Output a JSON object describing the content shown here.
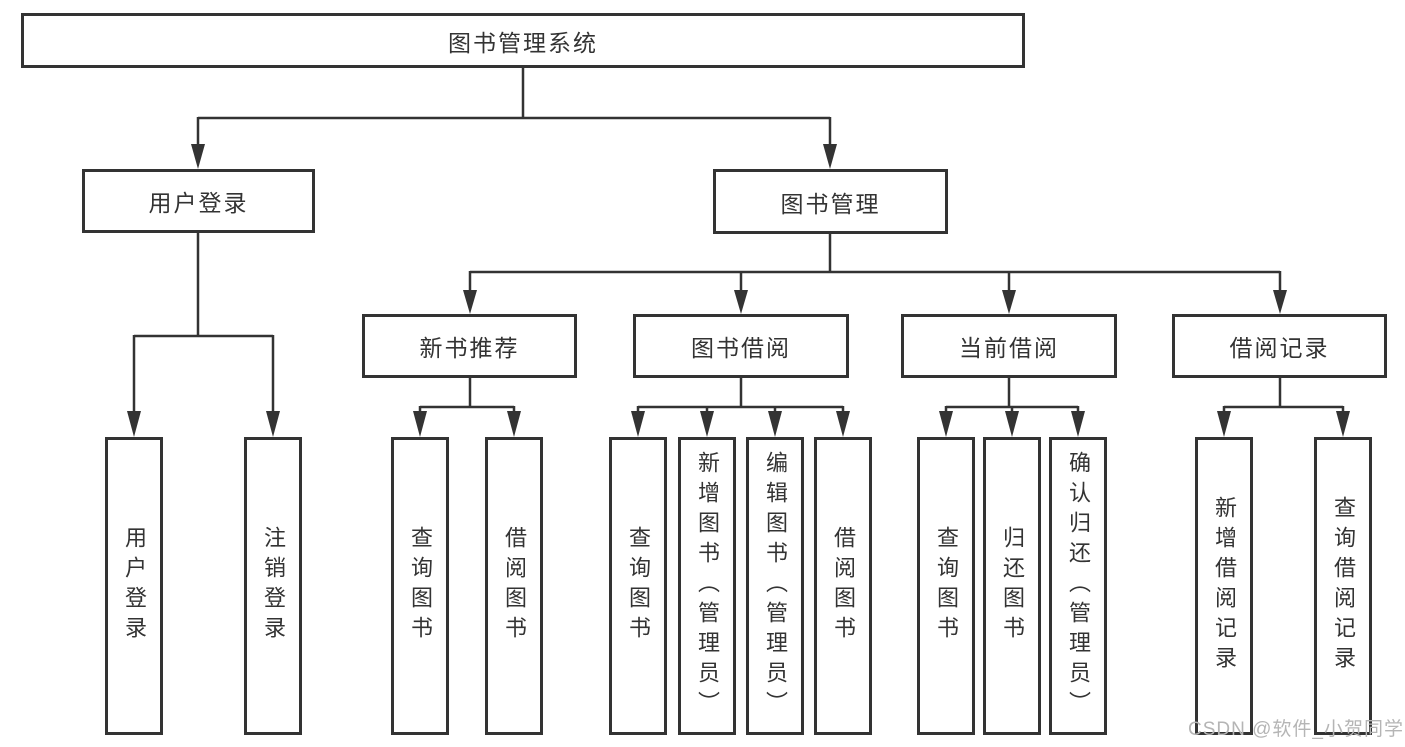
{
  "diagram": {
    "root": {
      "label": "图书管理系统"
    },
    "branches": [
      {
        "label": "用户登录",
        "children": [
          "用户登录",
          "注销登录"
        ]
      },
      {
        "label": "图书管理",
        "groups": [
          {
            "label": "新书推荐",
            "children": [
              "查询图书",
              "借阅图书"
            ]
          },
          {
            "label": "图书借阅",
            "children": [
              "查询图书",
              "新增图书（管理员）",
              "编辑图书（管理员）",
              "借阅图书"
            ]
          },
          {
            "label": "当前借阅",
            "children": [
              "查询图书",
              "归还图书",
              "确认归还（管理员）"
            ]
          },
          {
            "label": "借阅记录",
            "children": [
              "新增借阅记录",
              "查询借阅记录"
            ]
          }
        ]
      }
    ],
    "watermark": "CSDN @软件_小贺同学",
    "colors": {
      "line": "#333333",
      "text": "#333333",
      "box_background": "#ffffff",
      "page_background": "#ffffff",
      "watermark": "#b5b5b5"
    }
  }
}
